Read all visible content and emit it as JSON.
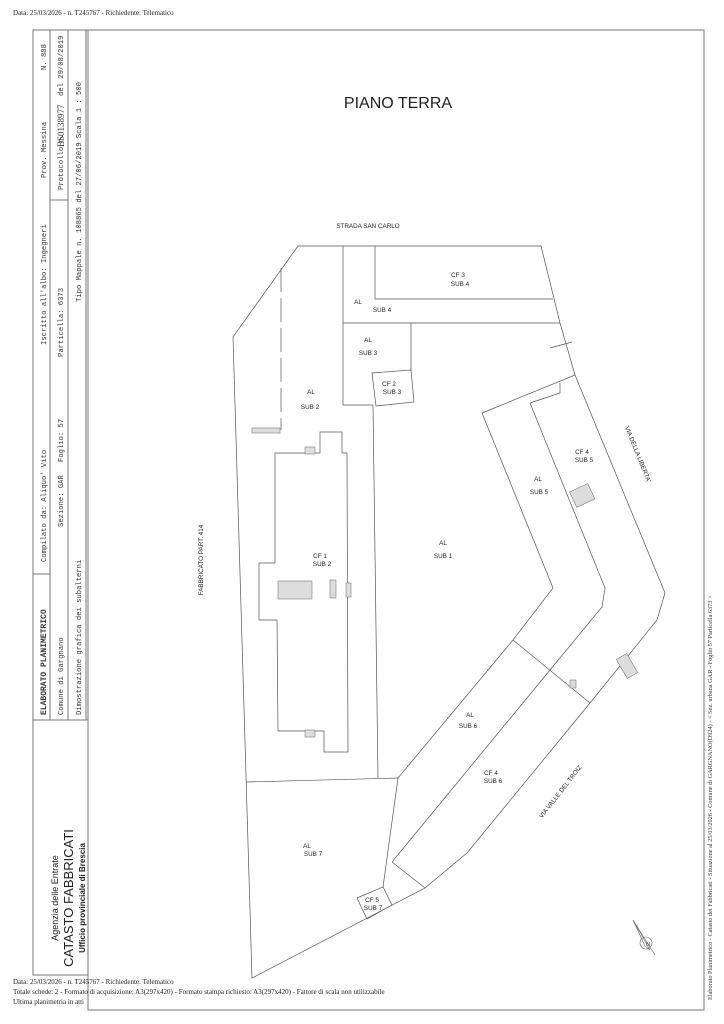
{
  "top_header": "Data: 25/03/2026 - n. T245767 - Richiedente: Telematico",
  "title_block": {
    "doc_type": "ELABORATO PLANIMETRICO",
    "compilato": "Compilato da: Aliquo' Vito",
    "iscritto": "Iscritto all'albo: Ingegneri",
    "prov": "Prov. Messina",
    "numero": "N. 888",
    "comune": "Comune di Gargnano",
    "sezione": "Sezione: GAR",
    "foglio": "Foglio: 57",
    "particella": "Particella: 6373",
    "protocollo_label": "Protocollo n.",
    "protocollo_num": "BS0138977",
    "protocollo_date": "del 29/08/2019",
    "dimostrazione": "Dimostrazione grafica dei subalterni",
    "tipo_mappale": "Tipo Mappale n. 108865   del 27/06/2019  Scala 1 : 500"
  },
  "agency": {
    "name": "Agenzia delle Entrate",
    "catasto": "CATASTO FABBRICATI",
    "ufficio": "Ufficio provinciale di  Brescia"
  },
  "plan": {
    "title": "PIANO TERRA",
    "streets": {
      "north": "STRADA SAN CARLO",
      "east": "VIA DELLA LIBERTA'",
      "south": "VIA VALLE DEL TROIZ",
      "west": "FABBRICATO PART. 414"
    },
    "labels": [
      {
        "a": "CF 3",
        "b": "SUB 4"
      },
      {
        "a": "AL",
        "b": "SUB 4"
      },
      {
        "a": "AL",
        "b": "SUB 3"
      },
      {
        "a": "CF 2",
        "b": "SUB 3"
      },
      {
        "a": "AL",
        "b": "SUB 2"
      },
      {
        "a": "CF 1",
        "b": "SUB 2"
      },
      {
        "a": "AL",
        "b": "SUB 1"
      },
      {
        "a": "AL",
        "b": "SUB 5"
      },
      {
        "a": "CF 4",
        "b": "SUB 5"
      },
      {
        "a": "AL",
        "b": "SUB 6"
      },
      {
        "a": "CF 4",
        "b": "SUB 6"
      },
      {
        "a": "AL",
        "b": "SUB 7"
      },
      {
        "a": "CF 5",
        "b": "SUB 7"
      }
    ],
    "north_arrow": "N"
  },
  "side_note": "Elaborato Planimetrico - Catasto dei Fabbricati - Situazione al 25/03/2026 - Comune di GARGNANO(D924) - < Sez. urbana GAR - Foglio 57 Particella 6373 >",
  "footer": {
    "line1": "Data: 25/03/2026 - n. T245767 - Richiedente: Telematico",
    "line2": "Totale schede: 2 - Formato di acquisizione: A3(297x420)  - Formato stampa richiesto: A3(297x420) - Fattore di scala non utilizzabile",
    "line3": "Ultima planimetria in atti"
  }
}
